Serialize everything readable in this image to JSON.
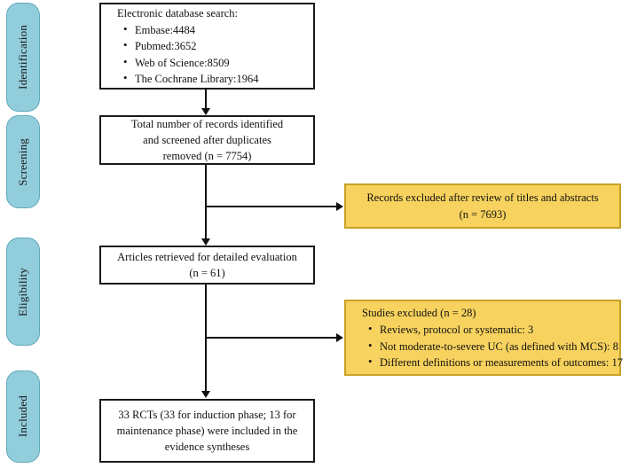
{
  "diagram": {
    "title": "PRISMA study selection flow diagram",
    "colors": {
      "stage_pill_fill": "#92cddc",
      "stage_pill_border": "#5fa8bb",
      "box_border": "#1a1a1a",
      "excluded_fill": "#f7d25e",
      "excluded_border": "#c9a227",
      "connector": "#111111"
    }
  },
  "stages": [
    {
      "label": "Identification"
    },
    {
      "label": "Screening"
    },
    {
      "label": "Eligibility"
    },
    {
      "label": "Included"
    }
  ],
  "boxes": {
    "identification": {
      "heading": "Electronic database search:",
      "items": [
        "Embase:4484",
        "Pubmed:3652",
        "Web of Science:8509",
        "The Cochrane Library:1964"
      ]
    },
    "screening": {
      "line1": "Total number of records identified",
      "line2": "and screened after duplicates",
      "line3": "removed (n = 7754)"
    },
    "records_excluded": {
      "line1": "Records excluded after review of titles and abstracts",
      "line2": "(n = 7693)"
    },
    "eligibility": {
      "line1": "Articles retrieved for detailed evaluation",
      "line2": "(n = 61)"
    },
    "studies_excluded": {
      "heading": "Studies excluded (n = 28)",
      "items": [
        "Reviews, protocol or systematic: 3",
        "Not moderate-to-severe UC (as defined with MCS): 8",
        "Different definitions or measurements of outcomes: 17"
      ]
    },
    "included": {
      "line1": "33 RCTs (33 for induction phase; 13 for",
      "line2": "maintenance phase) were included in the",
      "line3": "evidence syntheses"
    }
  }
}
